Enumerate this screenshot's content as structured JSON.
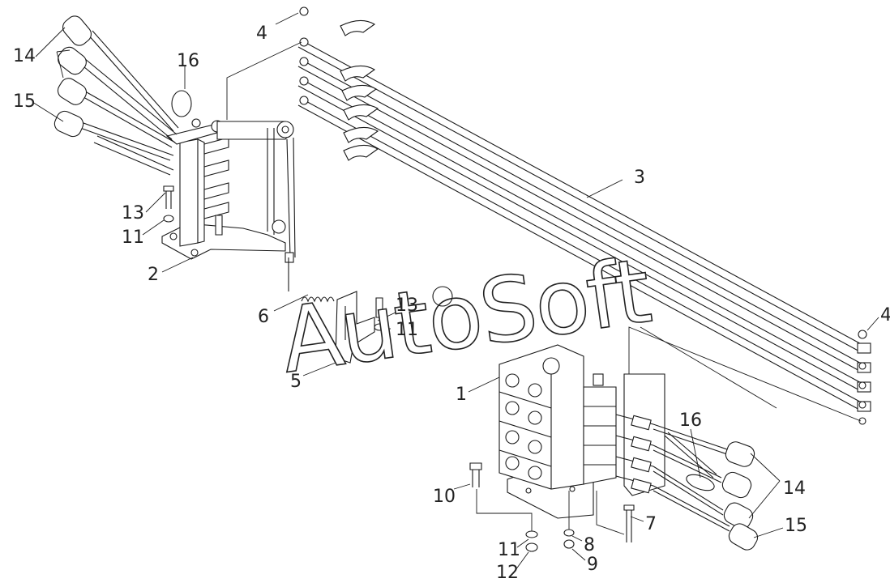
{
  "watermark": "AutoSoft",
  "callouts": {
    "c1": "1",
    "c2": "2",
    "c3": "3",
    "c4a": "4",
    "c4b": "4",
    "c5": "5",
    "c6": "6",
    "c7": "7",
    "c8": "8",
    "c9": "9",
    "c10": "10",
    "c11a": "11",
    "c11b": "11",
    "c11c": "11",
    "c12": "12",
    "c13a": "13",
    "c13b": "13",
    "c14a": "14",
    "c14b": "14",
    "c15a": "15",
    "c15b": "15",
    "c16a": "16",
    "c16b": "16"
  }
}
